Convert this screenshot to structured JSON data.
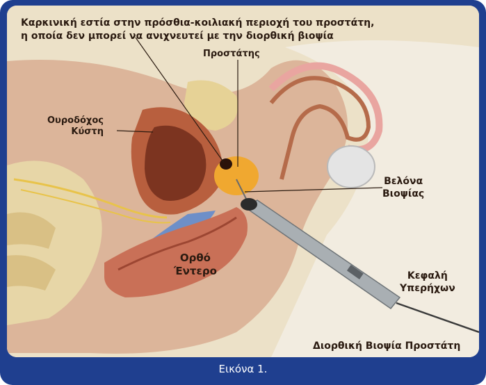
{
  "labels": {
    "cancer_focus_line1": "Καρκινική εστία στην πρόσθια-κοιλιακή περιοχή του προστάτη,",
    "cancer_focus_line2": "η οποία δεν μπορεί να ανιχνευτεί με την διορθική βιοψία",
    "prostate": "Προστάτης",
    "bladder_line1": "Ουροδόχος",
    "bladder_line2": "Κύστη",
    "needle_line1": "Βελόνα",
    "needle_line2": "Βιοψίας",
    "rectum_line1": "Ορθό",
    "rectum_line2": "Έντερο",
    "probe_line1": "Κεφαλή",
    "probe_line2": "Υπερήχων",
    "procedure": "Διορθική Βιοψία Προστάτη"
  },
  "caption": "Εικόνα 1.",
  "colors": {
    "frame": "#1f3f8f",
    "background": "#e9dcc0",
    "tissue": "#d7a98f",
    "bladder": "#b85f3e",
    "prostate": "#f0a830",
    "rectum": "#c97057"
  }
}
